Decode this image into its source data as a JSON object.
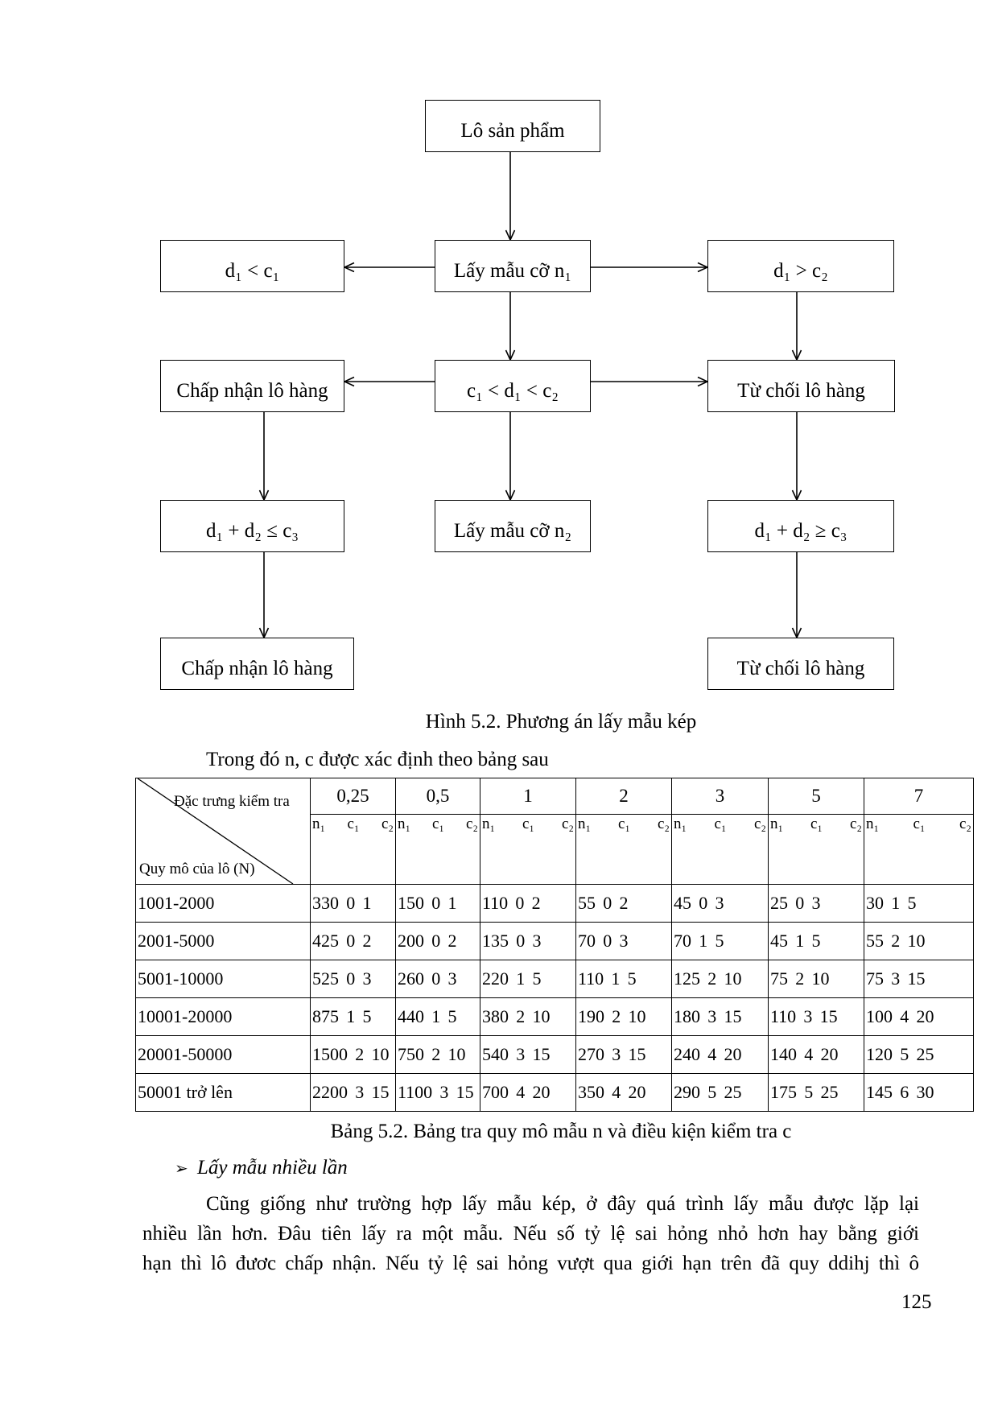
{
  "flowchart": {
    "lot": "Lô sản phẩm",
    "sample_n1": "Lấy mẫu cỡ n₁",
    "d1_lt_c1": "d₁ < c₁",
    "d1_gt_c2": "d₁ > c₂",
    "accept_1": "Chấp nhận lô hàng",
    "between": "c₁ < d₁ < c₂",
    "reject_1": "Từ chối lô hàng",
    "sum_le_c3": "d₁ + d₂ ≤ c₃",
    "sample_n2": "Lấy mẫu cỡ n₂",
    "sum_ge_c3": "d₁ + d₂ ≥ c₃",
    "accept_2": "Chấp nhận lô hàng",
    "reject_2": "Từ chối lô hàng"
  },
  "figure_caption": "Hình 5.2. Phương án lấy mẫu kép",
  "intro": "Trong đó n, c được xác định theo bảng sau",
  "table": {
    "corner_top": "Đặc trưng kiểm tra",
    "corner_bottom": "Quy mô của lô (N)",
    "columns": [
      "0,25",
      "0,5",
      "1",
      "2",
      "3",
      "5",
      "7"
    ],
    "subheaders": [
      "n₁",
      "c₁",
      "c₂"
    ],
    "rows": [
      {
        "label": "1001-2000",
        "values": [
          [
            330,
            0,
            1
          ],
          [
            150,
            0,
            1
          ],
          [
            110,
            0,
            2
          ],
          [
            55,
            0,
            2
          ],
          [
            45,
            0,
            3
          ],
          [
            25,
            0,
            3
          ],
          [
            30,
            1,
            5
          ]
        ]
      },
      {
        "label": "2001-5000",
        "values": [
          [
            425,
            0,
            2
          ],
          [
            200,
            0,
            2
          ],
          [
            135,
            0,
            3
          ],
          [
            70,
            0,
            3
          ],
          [
            70,
            1,
            5
          ],
          [
            45,
            1,
            5
          ],
          [
            55,
            2,
            10
          ]
        ]
      },
      {
        "label": "5001-10000",
        "values": [
          [
            525,
            0,
            3
          ],
          [
            260,
            0,
            3
          ],
          [
            220,
            1,
            5
          ],
          [
            110,
            1,
            5
          ],
          [
            125,
            2,
            10
          ],
          [
            75,
            2,
            10
          ],
          [
            75,
            3,
            15
          ]
        ]
      },
      {
        "label": "10001-20000",
        "values": [
          [
            875,
            1,
            5
          ],
          [
            440,
            1,
            5
          ],
          [
            380,
            2,
            10
          ],
          [
            190,
            2,
            10
          ],
          [
            180,
            3,
            15
          ],
          [
            110,
            3,
            15
          ],
          [
            100,
            4,
            20
          ]
        ]
      },
      {
        "label": "20001-50000",
        "values": [
          [
            1500,
            2,
            10
          ],
          [
            750,
            2,
            10
          ],
          [
            540,
            3,
            15
          ],
          [
            270,
            3,
            15
          ],
          [
            240,
            4,
            20
          ],
          [
            140,
            4,
            20
          ],
          [
            120,
            5,
            25
          ]
        ]
      },
      {
        "label": "50001 trở lên",
        "values": [
          [
            2200,
            3,
            15
          ],
          [
            1100,
            3,
            15
          ],
          [
            700,
            4,
            20
          ],
          [
            350,
            4,
            20
          ],
          [
            290,
            5,
            25
          ],
          [
            175,
            5,
            25
          ],
          [
            145,
            6,
            30
          ]
        ]
      }
    ]
  },
  "table_caption": "Bảng 5.2. Bảng tra quy mô mẫu n và điều kiện kiểm tra c",
  "section": {
    "bullet_icon": "arrow-bullet-icon",
    "heading": "Lấy mẫu nhiều lần"
  },
  "paragraph_lines": [
    "Cũng giống như trường hợp lấy mẫu kép, ở đây quá trình lấy mẫu được lặp lại",
    "nhiều lần hơn. Đâu tiên lấy ra một mẫu. Nếu số tỷ lệ sai hỏng nhỏ hơn hay bằng giới",
    "hạn thì lô đươc chấp nhận. Nếu tỷ lệ sai hỏng vượt qua giới hạn trên đã quy ddihj thì ô"
  ],
  "page_number": "125"
}
